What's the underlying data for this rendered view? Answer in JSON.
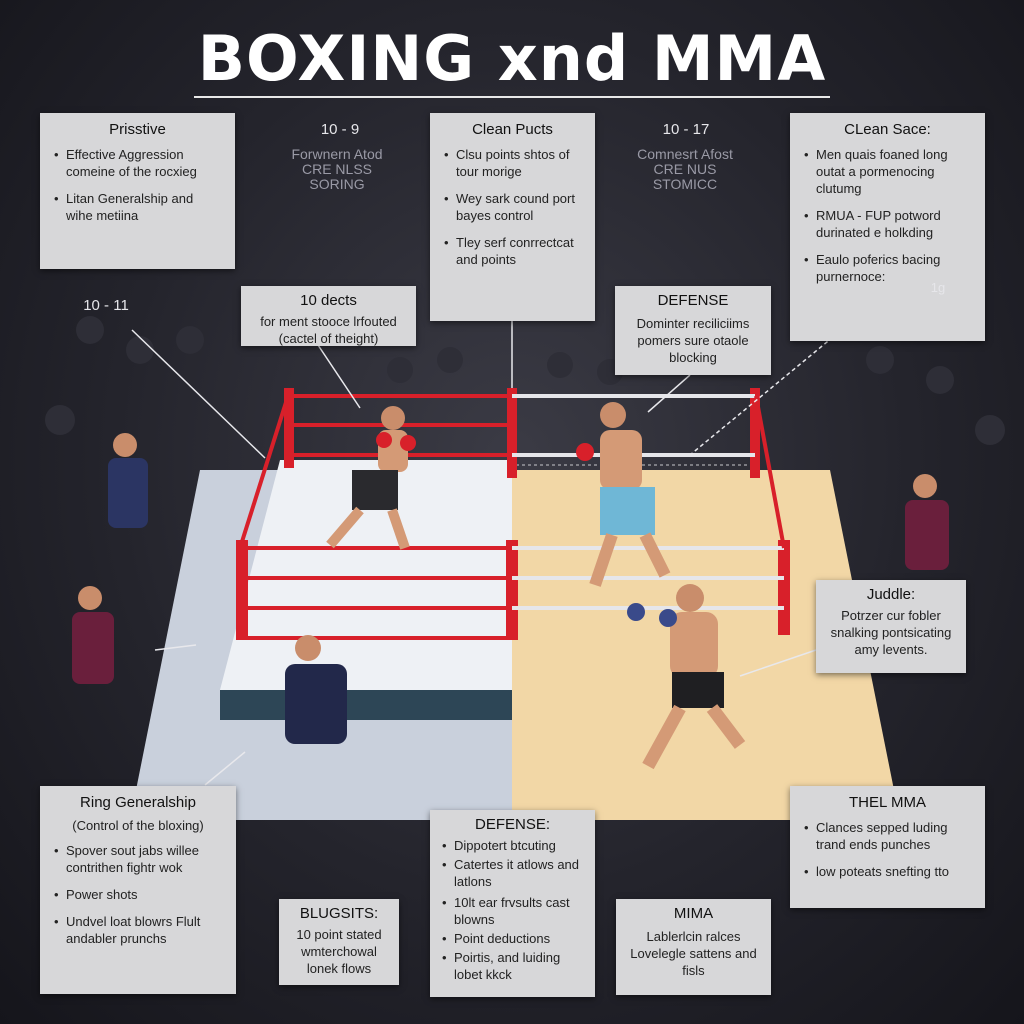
{
  "title": "BOXING xnd MMA",
  "cards": {
    "prisstive": {
      "heading": "Prisstive",
      "items": [
        "Effective Aggression comeine of the rocxieg",
        "Litan Generalship and wihe metiina"
      ]
    },
    "clean_pucts": {
      "heading": "Clean Pucts",
      "items": [
        "Clsu points shtos of tour morige",
        "Wey sark cound port bayes control",
        "Tley serf conrrectcat and points"
      ]
    },
    "clean_sace": {
      "heading": "CLean Sace:",
      "items": [
        "Men quais foaned long outat a pormenocing clutumg",
        "RMUA - FUP potword durinated e holkding",
        "Eaulo poferics bacing purnernoce:"
      ]
    },
    "dects": {
      "heading": "10 dects",
      "lines": [
        "for ment stooce lrfouted",
        "(cactel of theight)"
      ]
    },
    "defense_top": {
      "heading": "DEFENSE",
      "lines": [
        "Dominter reciliciims pomers sure otaole blocking"
      ]
    },
    "juddle": {
      "heading": "Juddle:",
      "lines": [
        "Potrzer cur fobler",
        "snalking pontsicating",
        "amy levents."
      ]
    },
    "ring_generalship": {
      "heading": "Ring Generalship",
      "subheading": "(Control of the bloxing)",
      "items": [
        "Spover sout jabs willee contrithen fightr wok",
        "Power shots",
        "Undvel loat blowrs Flult andabler prunchs"
      ]
    },
    "blugsits": {
      "heading": "BLUGSITS:",
      "lines": [
        "10 point stated wmterchowal lonek flows"
      ]
    },
    "defense_bottom": {
      "heading": "DEFENSE:",
      "items": [
        "Dippotert btcuting",
        "Catertes it atlows and latlons",
        "10lt ear frvsults cast blowns",
        "Point deductions",
        "Poirtis, and luiding lobet kkck"
      ]
    },
    "mima": {
      "heading": "MIMA",
      "lines": [
        "Lablerlcin ralces Lovelegle sattens and fisls"
      ]
    },
    "thel_mma": {
      "heading": "THEL MMA",
      "items": [
        "Clances sepped luding trand ends punches",
        "low poteats snefting tto"
      ]
    }
  },
  "scores": {
    "left": "10 - 9",
    "right": "10 - 17",
    "side": "10 - 11",
    "tag": "1g"
  },
  "ghost_text": {
    "left": [
      "Forwnern Atod",
      "CRE NLSS",
      "SORING"
    ],
    "right": [
      "Comnesrt Afost",
      "CRE NUS",
      "STOMICC"
    ]
  },
  "colors": {
    "ring_red": "#d8202a",
    "boxing_canvas": "#dfe4ec",
    "mma_canvas": "#f2d7a6",
    "card": "#d7d7d9"
  }
}
